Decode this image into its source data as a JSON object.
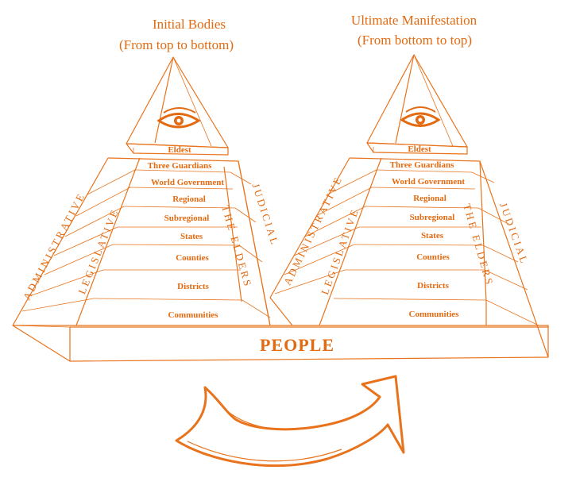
{
  "left_pyramid": {
    "title_line1": "Initial Bodies",
    "title_line2": "(From top to bottom)",
    "levels": [
      "Eldest",
      "Three Guardians",
      "World Government",
      "Regional",
      "Subregional",
      "States",
      "Counties",
      "Districts",
      "Communities"
    ],
    "side_labels": {
      "administrative": "ADMINISTRATIVE",
      "legislative": "LEGISLATIVE",
      "judicial": "JUDICIAL",
      "elders": "THE ELDERS"
    }
  },
  "right_pyramid": {
    "title_line1": "Ultimate Manifestation",
    "title_line2": "(From bottom to top)",
    "levels": [
      "Eldest",
      "Three Guardians",
      "World Government",
      "Regional",
      "Subregional",
      "States",
      "Counties",
      "Districts",
      "Communities"
    ],
    "side_labels": {
      "administrative": "ADMINISTRATIVE",
      "legislative": "LEGISLATIVE",
      "judicial": "JUDICIAL",
      "elders": "THE ELDERS"
    }
  },
  "base_label": "PEOPLE",
  "colors": {
    "accent": "#e36a10",
    "line": "#e8731c",
    "background": "#ffffff"
  },
  "icons": [
    "eye-icon",
    "curved-arrow-icon"
  ]
}
